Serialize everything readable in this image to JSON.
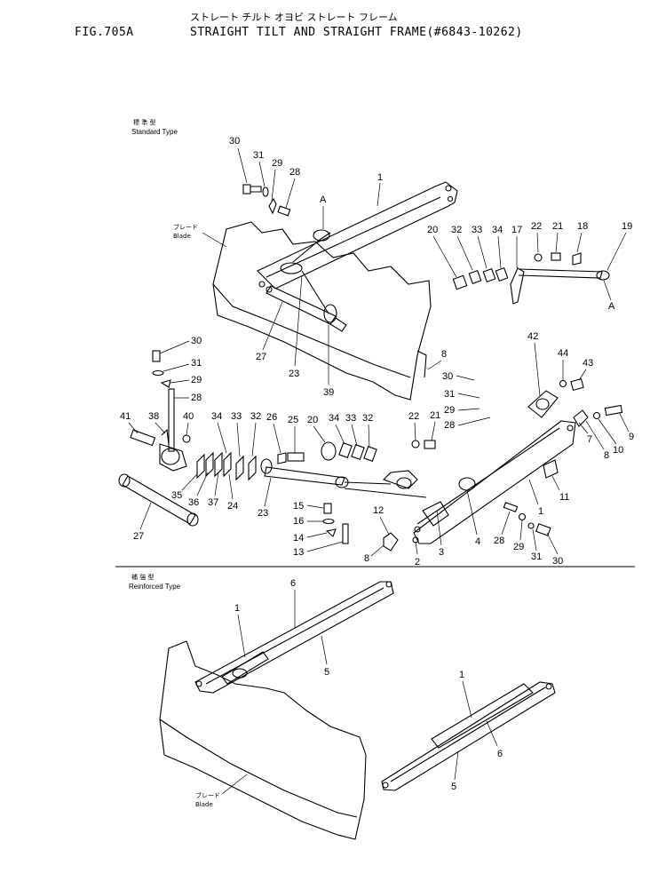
{
  "header": {
    "fig_label": "FIG.705A",
    "title_jp": "ストレート チルト オヨビ ストレート フレーム",
    "title": "STRAIGHT TILT AND STRAIGHT FRAME(#6843-10262)"
  },
  "sections": {
    "standard": {
      "label_jp": "標 準 型",
      "label": "Standard  Type"
    },
    "reinforced": {
      "label_jp": "補 強 型",
      "label": "Reinforced  Type"
    }
  },
  "blade_label": {
    "jp": "ブレード",
    "en": "Blade"
  },
  "callouts": {
    "upper": [
      "30",
      "31",
      "29",
      "28",
      "1",
      "A",
      "20",
      "32",
      "33",
      "34",
      "17",
      "22",
      "21",
      "18",
      "19",
      "A",
      "27",
      "23",
      "39",
      "8"
    ],
    "middle": [
      "30",
      "31",
      "29",
      "28",
      "41",
      "38",
      "40",
      "34",
      "33",
      "32",
      "26",
      "25",
      "20",
      "34",
      "33",
      "32",
      "22",
      "21",
      "30",
      "31",
      "29",
      "28",
      "42",
      "44",
      "43",
      "7",
      "8",
      "10",
      "9",
      "11",
      "35",
      "36",
      "37",
      "24",
      "23",
      "27",
      "15",
      "16",
      "14",
      "13",
      "12",
      "8",
      "2",
      "3",
      "4",
      "28",
      "1",
      "29",
      "31",
      "30"
    ],
    "lower": [
      "6",
      "1",
      "5",
      "1",
      "6",
      "5"
    ]
  }
}
